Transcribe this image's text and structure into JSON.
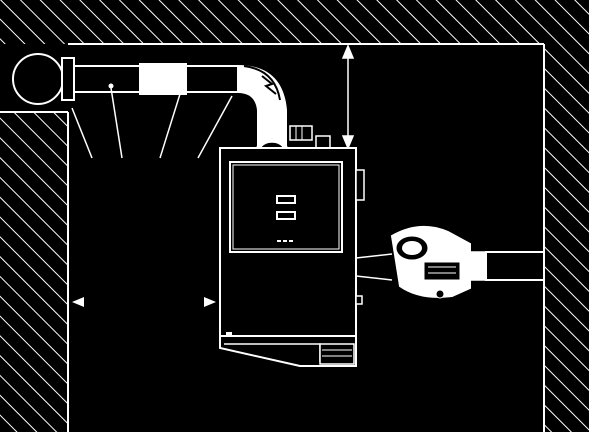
{
  "diagram": {
    "description_labels": [],
    "colors": {
      "background": "#000000",
      "line": "#ffffff",
      "fill_white": "#ffffff"
    },
    "components": {
      "wall_hatch": "hatched-wall",
      "boiler": "boiler-unit",
      "flue_pipe": "flue-pipe",
      "burner": "pellet-burner",
      "clearance_top": "vertical-clearance-arrow",
      "clearance_side": "horizontal-clearance-arrows"
    }
  }
}
